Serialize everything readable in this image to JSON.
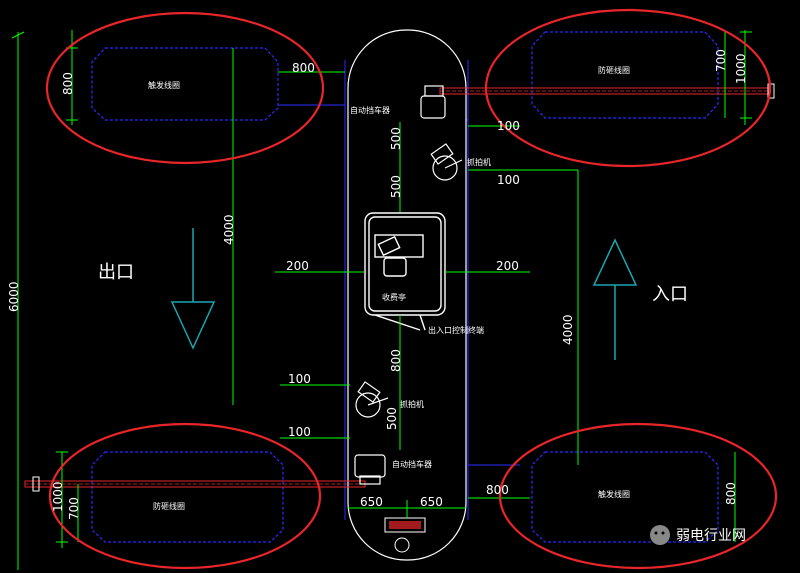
{
  "dims": {
    "d800": "800",
    "d700": "700",
    "d1000": "1000",
    "d4000": "4000",
    "d6000": "6000",
    "d500": "500",
    "d100": "100",
    "d200": "200",
    "d650": "650",
    "d1000v": "1000"
  },
  "labels": {
    "trigger_coil": "触发线圈",
    "anti_smash_coil": "防砸线圈",
    "auto_barrier": "自动挡车器",
    "camera": "抓拍机",
    "toll_booth": "收费亭",
    "control_terminal": "出入口控制终端",
    "exit": "出口",
    "entrance": "入口"
  },
  "watermark": "弱电行业网",
  "colors": {
    "background": "#000000",
    "dimension": "#00ff00",
    "highlight": "#e8262a",
    "coil": "#2b2bff",
    "arrow": "#1aa6b0",
    "lane": "#ffffff"
  }
}
